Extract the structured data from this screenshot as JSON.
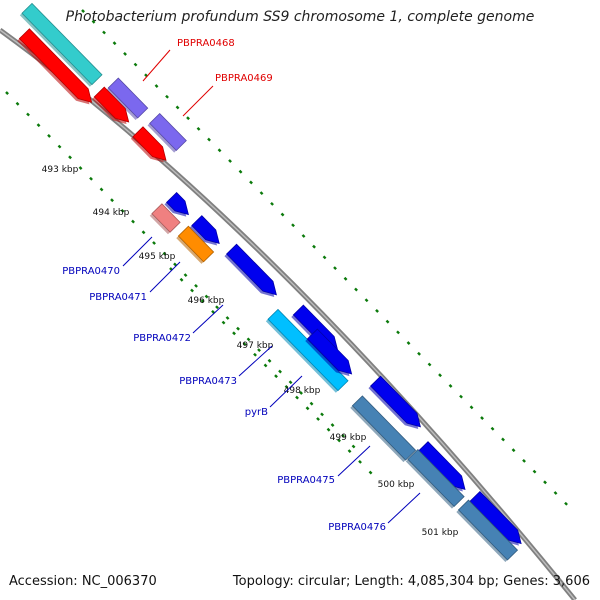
{
  "title": "Photobacterium profundum SS9 chromosome 1, complete genome",
  "footer": {
    "accession": "Accession: NC_006370",
    "summary": "Topology: circular; Length: 4,085,304 bp; Genes: 3,606"
  },
  "colors": {
    "backbone": "#808080",
    "tick_major": "#0b7a0b",
    "forward_label": "#e00000",
    "reverse_label": "#0000bb",
    "red_gene": "#ff0000",
    "cyan_gene": "#33cccc",
    "purple_gene": "#7b68ee",
    "blue_gene": "#0000ee",
    "pink_gene": "#f08080",
    "orange_gene": "#ff8c00",
    "skyblue_gene": "#00bfff",
    "steel_gene": "#4682b4"
  },
  "kbp_labels": [
    "493 kbp",
    "494 kbp",
    "495 kbp",
    "496 kbp",
    "497 kbp",
    "498 kbp",
    "499 kbp",
    "500 kbp",
    "501 kbp"
  ],
  "gene_labels": [
    {
      "text": "PBPRA0468",
      "strand": "forward"
    },
    {
      "text": "PBPRA0469",
      "strand": "forward"
    },
    {
      "text": "PBPRA0470",
      "strand": "reverse"
    },
    {
      "text": "PBPRA0471",
      "strand": "reverse"
    },
    {
      "text": "PBPRA0472",
      "strand": "reverse"
    },
    {
      "text": "PBPRA0473",
      "strand": "reverse"
    },
    {
      "text": "pyrB",
      "strand": "reverse"
    },
    {
      "text": "PBPRA0475",
      "strand": "reverse"
    },
    {
      "text": "PBPRA0476",
      "strand": "reverse"
    }
  ]
}
